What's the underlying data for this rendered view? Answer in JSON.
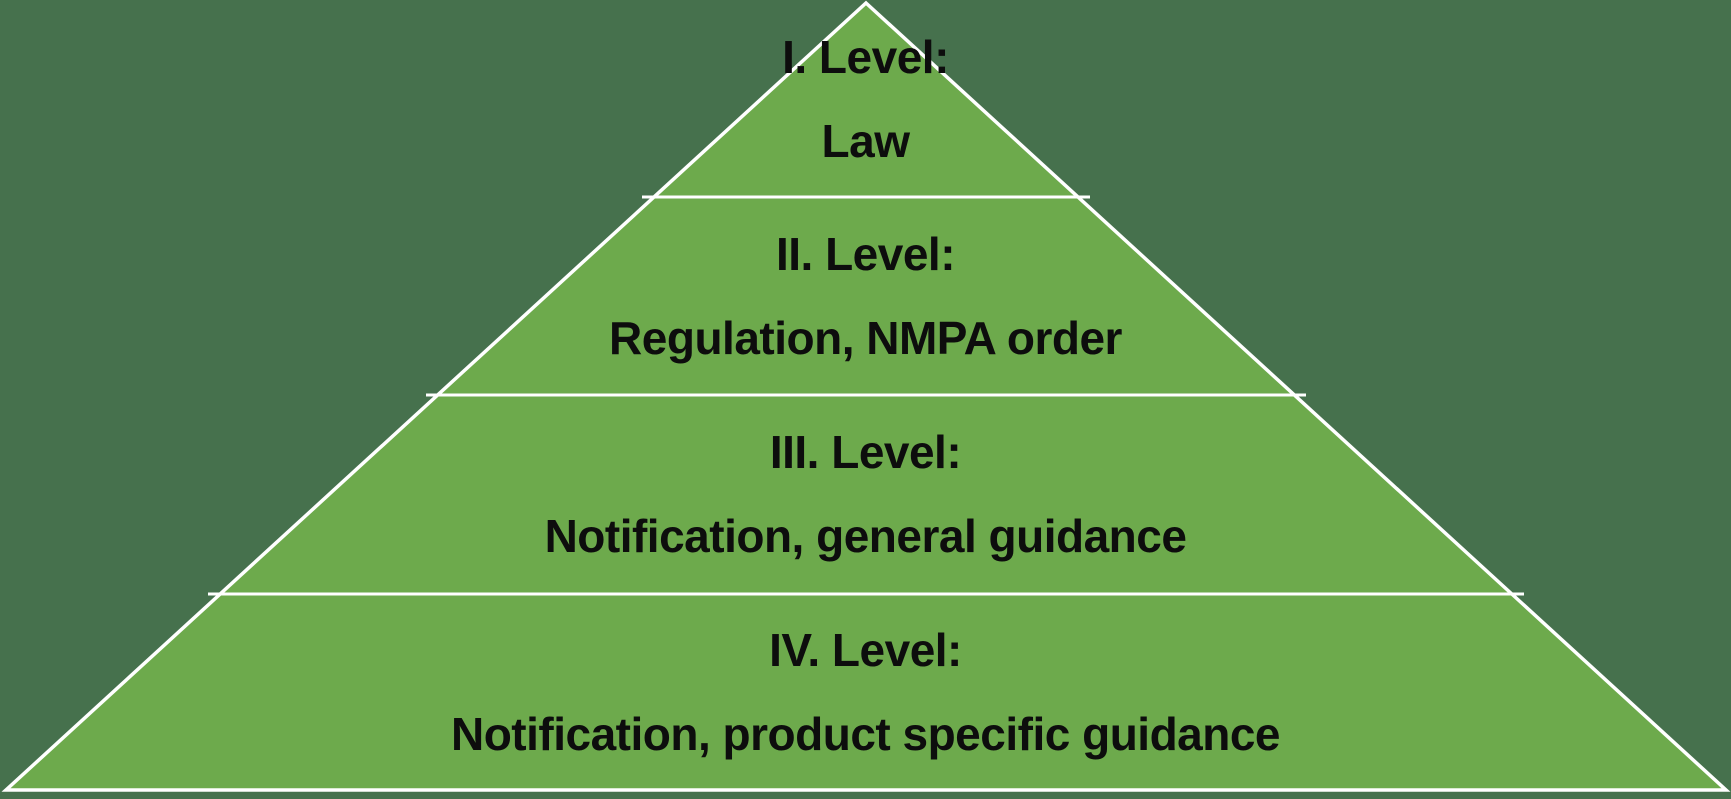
{
  "diagram": {
    "type": "pyramid",
    "description": "Four-level regulatory hierarchy pyramid",
    "levels": [
      {
        "title": "I. Level:",
        "content": "Law"
      },
      {
        "title": "II. Level:",
        "content": "Regulation, NMPA order"
      },
      {
        "title": "III. Level:",
        "content": "Notification, general guidance"
      },
      {
        "title": "IV. Level:",
        "content": "Notification, product specific guidance"
      }
    ],
    "colors": {
      "pyramid_fill": "#6DAA4C",
      "background": "#46714D",
      "divider_line": "#FFFFFF",
      "text": "#0D0D0D"
    }
  }
}
